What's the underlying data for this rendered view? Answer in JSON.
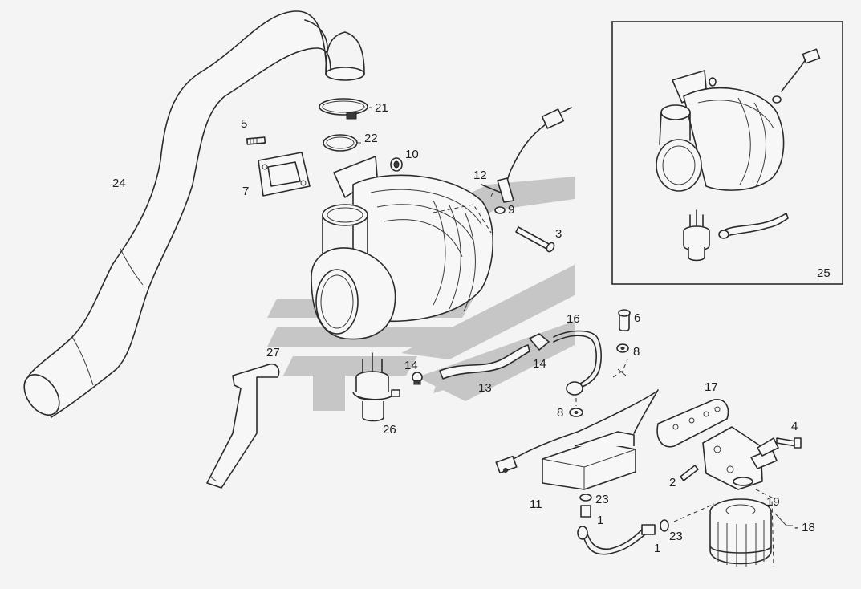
{
  "diagram": {
    "callouts": [
      {
        "id": "c21",
        "label": "21"
      },
      {
        "id": "c22",
        "label": "22"
      },
      {
        "id": "c5",
        "label": "5"
      },
      {
        "id": "c10",
        "label": "10"
      },
      {
        "id": "c7",
        "label": "7"
      },
      {
        "id": "c24",
        "label": "24"
      },
      {
        "id": "c12",
        "label": "12"
      },
      {
        "id": "c9",
        "label": "9"
      },
      {
        "id": "c3",
        "label": "3"
      },
      {
        "id": "c27",
        "label": "27"
      },
      {
        "id": "c14a",
        "label": "14"
      },
      {
        "id": "c13",
        "label": "13"
      },
      {
        "id": "c26",
        "label": "26"
      },
      {
        "id": "c16",
        "label": "16"
      },
      {
        "id": "c14b",
        "label": "14"
      },
      {
        "id": "c6",
        "label": "6"
      },
      {
        "id": "c8a",
        "label": "8"
      },
      {
        "id": "c8b",
        "label": "8"
      },
      {
        "id": "c17",
        "label": "17"
      },
      {
        "id": "c4",
        "label": "4"
      },
      {
        "id": "c2",
        "label": "2"
      },
      {
        "id": "c11",
        "label": "11"
      },
      {
        "id": "c23a",
        "label": "23"
      },
      {
        "id": "c1a",
        "label": "1"
      },
      {
        "id": "c23b",
        "label": "23"
      },
      {
        "id": "c1b",
        "label": "1"
      },
      {
        "id": "c19",
        "label": "19"
      },
      {
        "id": "c18",
        "label": "- 18"
      },
      {
        "id": "c25",
        "label": "25"
      }
    ],
    "colors": {
      "line": "#2b2b2b",
      "watermark": "#c4c4c4",
      "background": "#f4f4f4"
    }
  }
}
